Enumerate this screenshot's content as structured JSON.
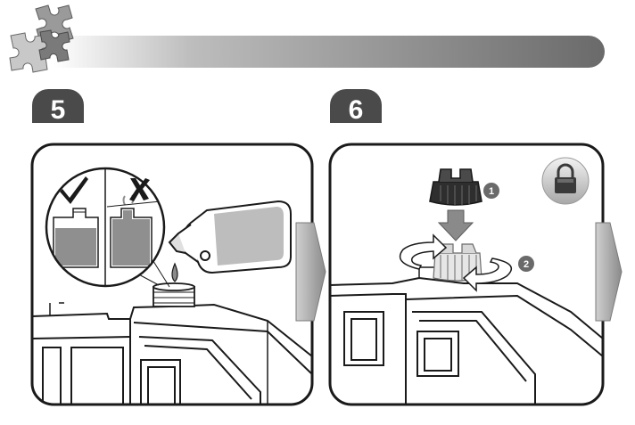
{
  "steps": [
    {
      "label": "5"
    },
    {
      "label": "6"
    }
  ],
  "step6_markers": {
    "first": "1",
    "second": "2"
  },
  "icons": {
    "header": "puzzle-pieces-icon",
    "correct": "checkmark-icon",
    "wrong": "cross-icon",
    "lock": "padlock-icon",
    "next": "chevron-right-arrow-icon"
  },
  "colors": {
    "header_bar_dark": "#6a6a6a",
    "badge_fill": "#4a4a4a",
    "line": "#1a1a1a",
    "liquid_gray": "#8f8f8f",
    "arrow_gray": "#9e9e9e"
  }
}
